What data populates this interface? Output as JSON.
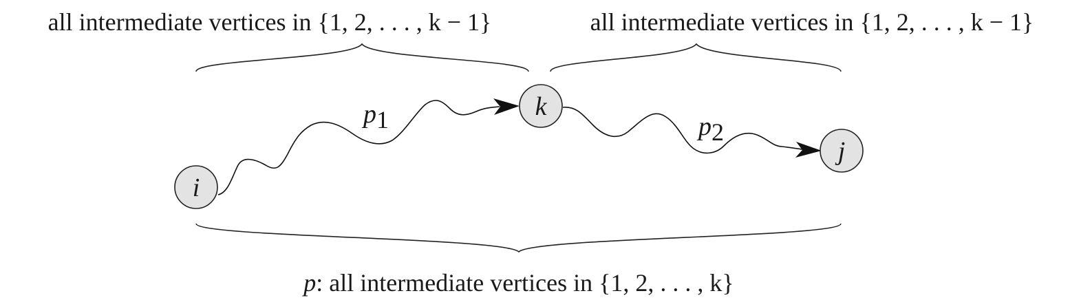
{
  "labels": {
    "top_left_brace": "all intermediate vertices in {1, 2, . . . , k − 1}",
    "top_right_brace": "all intermediate vertices in {1, 2, . . . , k − 1}",
    "bottom_prefix": "p",
    "bottom_rest": ": all intermediate vertices in {1, 2, . . . , k}"
  },
  "nodes": {
    "i": "i",
    "k": "k",
    "j": "j"
  },
  "paths": {
    "p1_base": "p",
    "p1_sub": "1",
    "p2_base": "p",
    "p2_sub": "2"
  },
  "colors": {
    "node_fill": "#e3e3e3",
    "stroke": "#222222"
  }
}
